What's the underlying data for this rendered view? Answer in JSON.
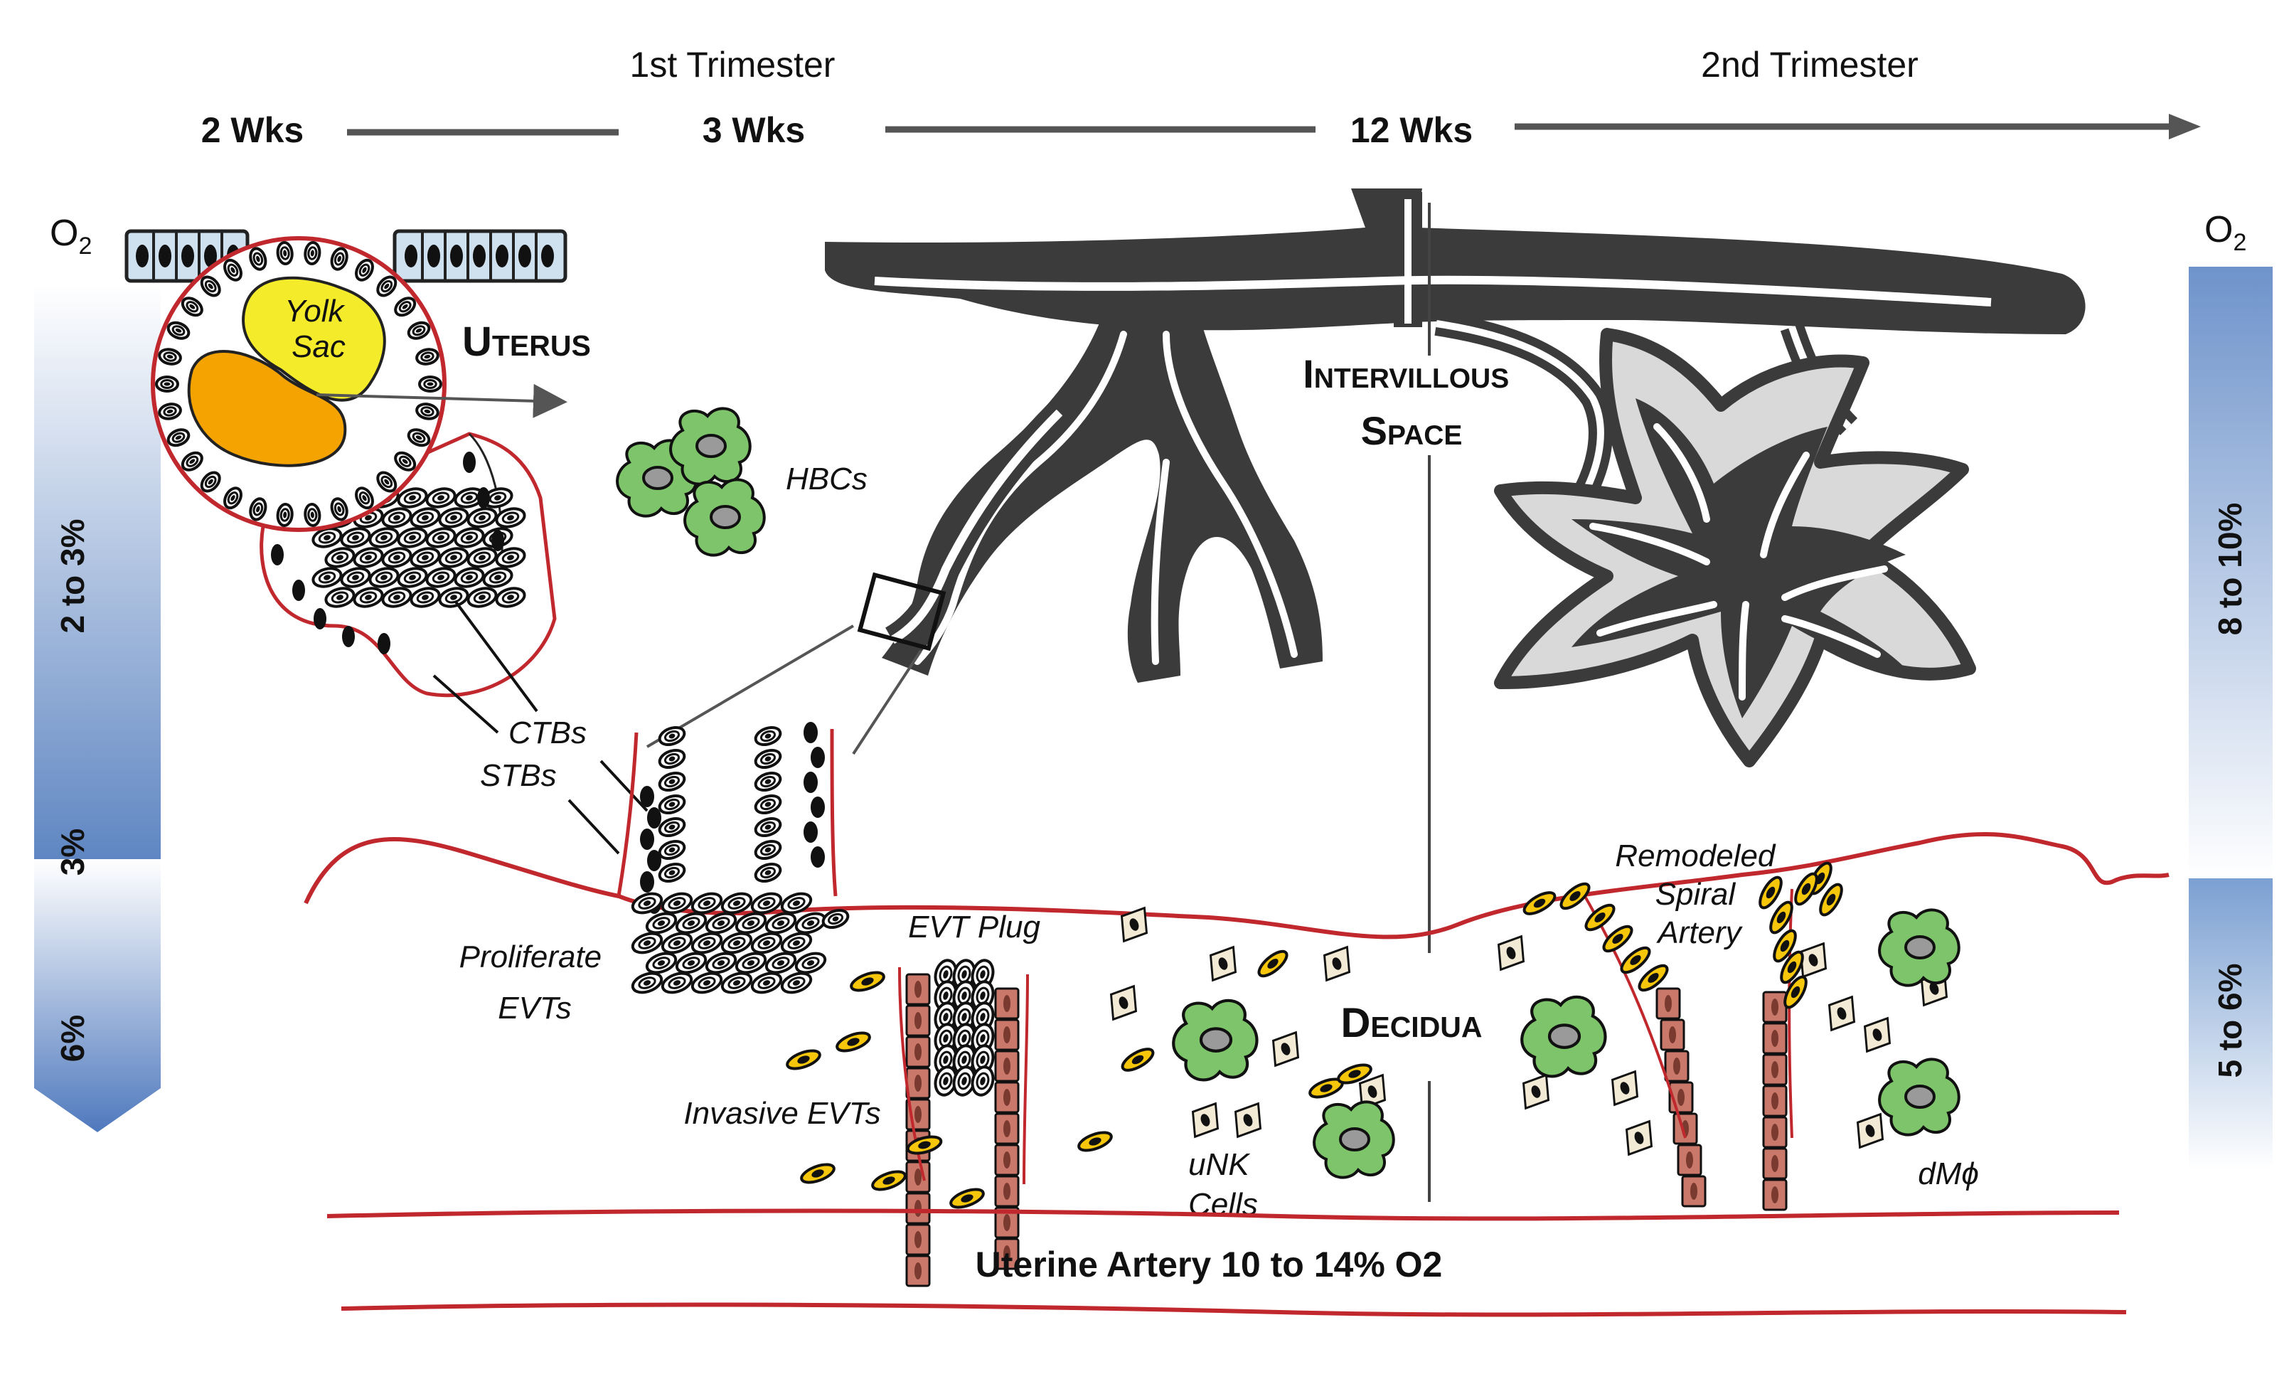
{
  "timeline": {
    "trimester1": "1st Trimester",
    "trimester2": "2nd Trimester",
    "week2": "2 Wks",
    "week3": "3 Wks",
    "week12": "12 Wks"
  },
  "oxygen": {
    "left_header": "O2",
    "right_header": "O2",
    "left_top": "2 to 3%",
    "left_mid": "3%",
    "left_bottom": "6%",
    "right_top": "8 to 10%",
    "right_bottom": "5 to 6%"
  },
  "labels": {
    "yolk_sac": "Yolk Sac",
    "uterus": "Uterus",
    "hbcs": "HBCs",
    "ctbs": "CTBs",
    "stbs": "STBs",
    "intervillous_space": "Intervillous Space",
    "proliferate_evts": "Proliferate EVTs",
    "evt_plug": "EVT Plug",
    "invasive_evts": "Invasive EVTs",
    "unk_cells": "uNK Cells",
    "decidua": "Decidua",
    "remodeled_spiral_artery": "Remodeled Spiral Artery",
    "dmphi": "dMϕ",
    "uterine_artery": "Uterine Artery  10 to 14% O2"
  },
  "colors": {
    "membrane_red": "#c0282d",
    "yolk_yellow": "#f4ec2a",
    "embryo_orange": "#f5a300",
    "macrophage_green": "#7ec46a",
    "villi_dark": "#3b3b3b",
    "o2_blue": "#5f86c2"
  }
}
